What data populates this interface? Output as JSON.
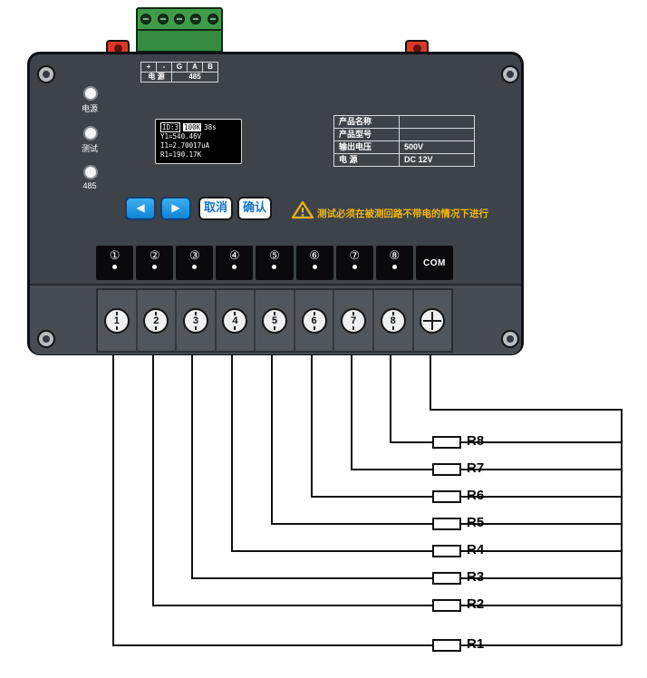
{
  "colors": {
    "button_blue": "#1a8fe0",
    "warning_yellow": "#f2b70e",
    "connector_green": "#3f9d4a",
    "clip_red": "#d93a28",
    "device_body": "#3e434a"
  },
  "device": {
    "power_pin_labels": [
      "+",
      "-",
      "G",
      "A",
      "B"
    ],
    "power_group_label": "电 源",
    "bus_group_label": "485",
    "leds": [
      {
        "label": "电源"
      },
      {
        "label": "测试"
      },
      {
        "label": "485"
      }
    ],
    "display": {
      "id": "ID:3",
      "range": "100K",
      "time": "38s",
      "line2": "Y1=540.46V",
      "line3": "I1=2.70017uA",
      "line4": "R1=190.17K"
    },
    "info_table": [
      {
        "label": "产品名称",
        "value": ""
      },
      {
        "label": "产品型号",
        "value": ""
      },
      {
        "label": "输出电压",
        "value": "500V"
      },
      {
        "label": "电 源",
        "value": "DC 12V"
      }
    ],
    "buttons": {
      "prev": "◀",
      "next": "▶",
      "cancel": "取消",
      "confirm": "确认"
    },
    "warning": "测试必须在被测回路不带电的情况下进行",
    "channels": [
      "①",
      "②",
      "③",
      "④",
      "⑤",
      "⑥",
      "⑦",
      "⑧"
    ],
    "com_label": "COM",
    "screws": [
      "1",
      "2",
      "3",
      "4",
      "5",
      "6",
      "7",
      "8"
    ]
  },
  "wiring": {
    "resistors": [
      "R8",
      "R7",
      "R6",
      "R5",
      "R4",
      "R3",
      "R2",
      "R1"
    ]
  }
}
